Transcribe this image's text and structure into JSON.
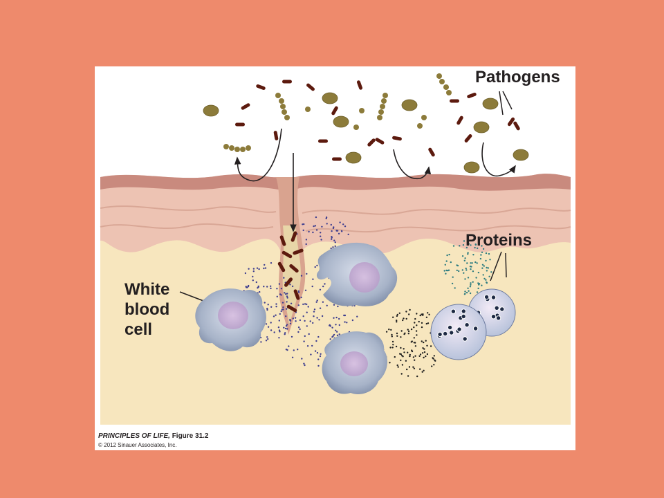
{
  "labels": {
    "pathogens": "Pathogens",
    "proteins": "Proteins",
    "white_blood_cell": [
      "White",
      "blood",
      "cell"
    ]
  },
  "credit": {
    "book": "PRINCIPLES OF LIFE,",
    "figure": "Figure 31.2",
    "copyright": "© 2012 Sinauer Associates, Inc."
  },
  "colors": {
    "background": "#EE8A6C",
    "panel": "#FFFFFF",
    "skin": "#EDC3B3",
    "skin_surface": "#C98A7E",
    "tissue": "#F7E6BE",
    "rod_bacteria": "#5C1A0E",
    "cocci": "#8C7B3A",
    "white_blood_cell": "#A8B4C9",
    "nucleus": "#C8A8D2",
    "protein_dots": "#3E3E8F"
  }
}
